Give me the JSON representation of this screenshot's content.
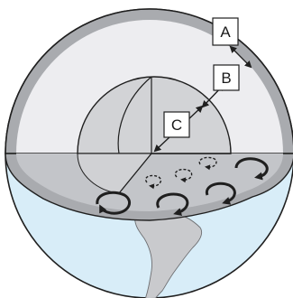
{
  "diagram": {
    "labels": {
      "a": "A",
      "b": "B",
      "c": "C"
    },
    "colors": {
      "outline": "#1f1f1f",
      "crust_band": "#a9abaf",
      "mantle_fill": "#ededf0",
      "core_fill": "#d2d3d6",
      "cut_plane": "#c2c4c8",
      "ocean": "#d8edf8",
      "land": "#c9cacd"
    },
    "icons": [
      "convection-arrow-icon",
      "double-headed-arrow-icon"
    ]
  }
}
